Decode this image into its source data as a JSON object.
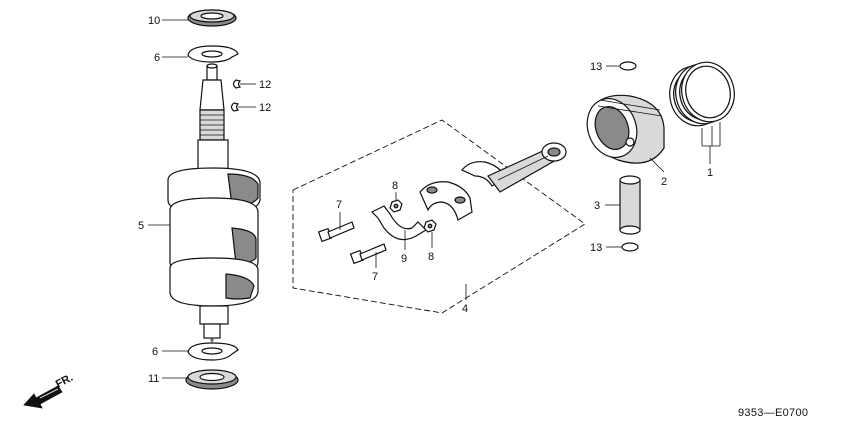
{
  "diagram_code": "9353—E0700",
  "direction_label": "FR.",
  "callouts": {
    "c10": "10",
    "c6_top": "6",
    "c12_a": "12",
    "c12_b": "12",
    "c5": "5",
    "c6_bottom": "6",
    "c11": "11",
    "c7_a": "7",
    "c8_a": "8",
    "c9": "9",
    "c7_b": "7",
    "c8_b": "8",
    "c4": "4",
    "c13_top": "13",
    "c2": "2",
    "c1": "1",
    "c3": "3",
    "c13_bottom": "13"
  }
}
